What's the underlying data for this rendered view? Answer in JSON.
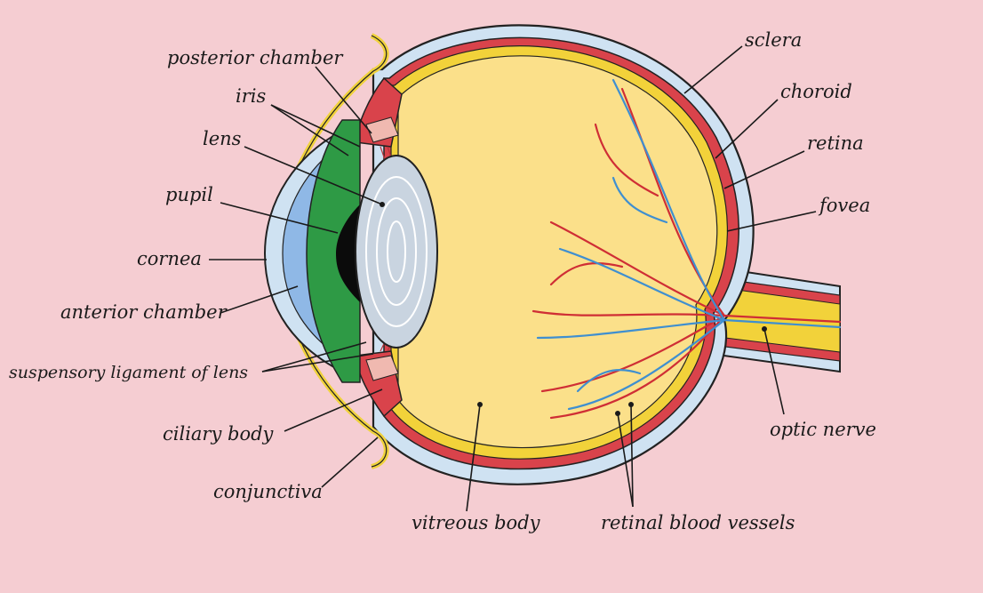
{
  "colors": {
    "background": "#f5cdd2",
    "sclera": "#cfe2f2",
    "choroid": "#d9434b",
    "retina": "#f2d23a",
    "vitreous": "#fbe08a",
    "lens": "#c9d4e0",
    "iris": "#2e9a45",
    "cornea": "#8fb8e6",
    "conjunctiva": "#f0d23c",
    "vessel_red": "#cf2e35",
    "vessel_blue": "#3f8fd0"
  },
  "labels": {
    "posterior_chamber": "posterior chamber",
    "iris": "iris",
    "lens": "lens",
    "pupil": "pupil",
    "cornea": "cornea",
    "anterior_chamber": "anterior chamber",
    "suspensory_ligament": "suspensory ligament of lens",
    "ciliary_body": "ciliary body",
    "conjunctiva": "conjunctiva",
    "vitreous_body": "vitreous body",
    "retinal_blood_vessels": "retinal blood vessels",
    "optic_nerve": "optic nerve",
    "sclera": "sclera",
    "choroid": "choroid",
    "retina": "retina",
    "fovea": "fovea"
  }
}
